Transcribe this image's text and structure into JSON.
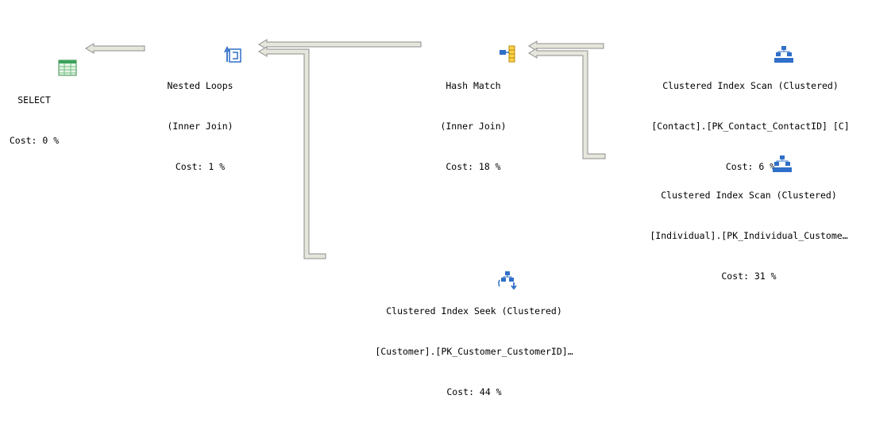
{
  "plan": {
    "nodes": {
      "select": {
        "lines": [
          "SELECT",
          "Cost: 0 %"
        ],
        "icon": "result-grid-icon"
      },
      "nested_loops": {
        "lines": [
          "Nested Loops",
          "(Inner Join)",
          "Cost: 1 %"
        ],
        "icon": "nested-loops-icon"
      },
      "hash_match": {
        "lines": [
          "Hash Match",
          "(Inner Join)",
          "Cost: 18 %"
        ],
        "icon": "hash-match-icon"
      },
      "contact_scan": {
        "lines": [
          "Clustered Index Scan (Clustered)",
          "[Contact].[PK_Contact_ContactID] [C]",
          "Cost: 6 %"
        ],
        "icon": "clustered-index-scan-icon"
      },
      "individual_scan": {
        "lines": [
          "Clustered Index Scan (Clustered)",
          "[Individual].[PK_Individual_Custome…",
          "Cost: 31 %"
        ],
        "icon": "clustered-index-scan-icon"
      },
      "customer_seek": {
        "lines": [
          "Clustered Index Seek (Clustered)",
          "[Customer].[PK_Customer_CustomerID]…",
          "Cost: 44 %"
        ],
        "icon": "clustered-index-seek-icon"
      }
    },
    "colors": {
      "arrow_fill": "#e6e6dc",
      "arrow_stroke": "#8c8c8c",
      "icon_blue": "#2f6fc9",
      "icon_green": "#3aa35a"
    }
  }
}
